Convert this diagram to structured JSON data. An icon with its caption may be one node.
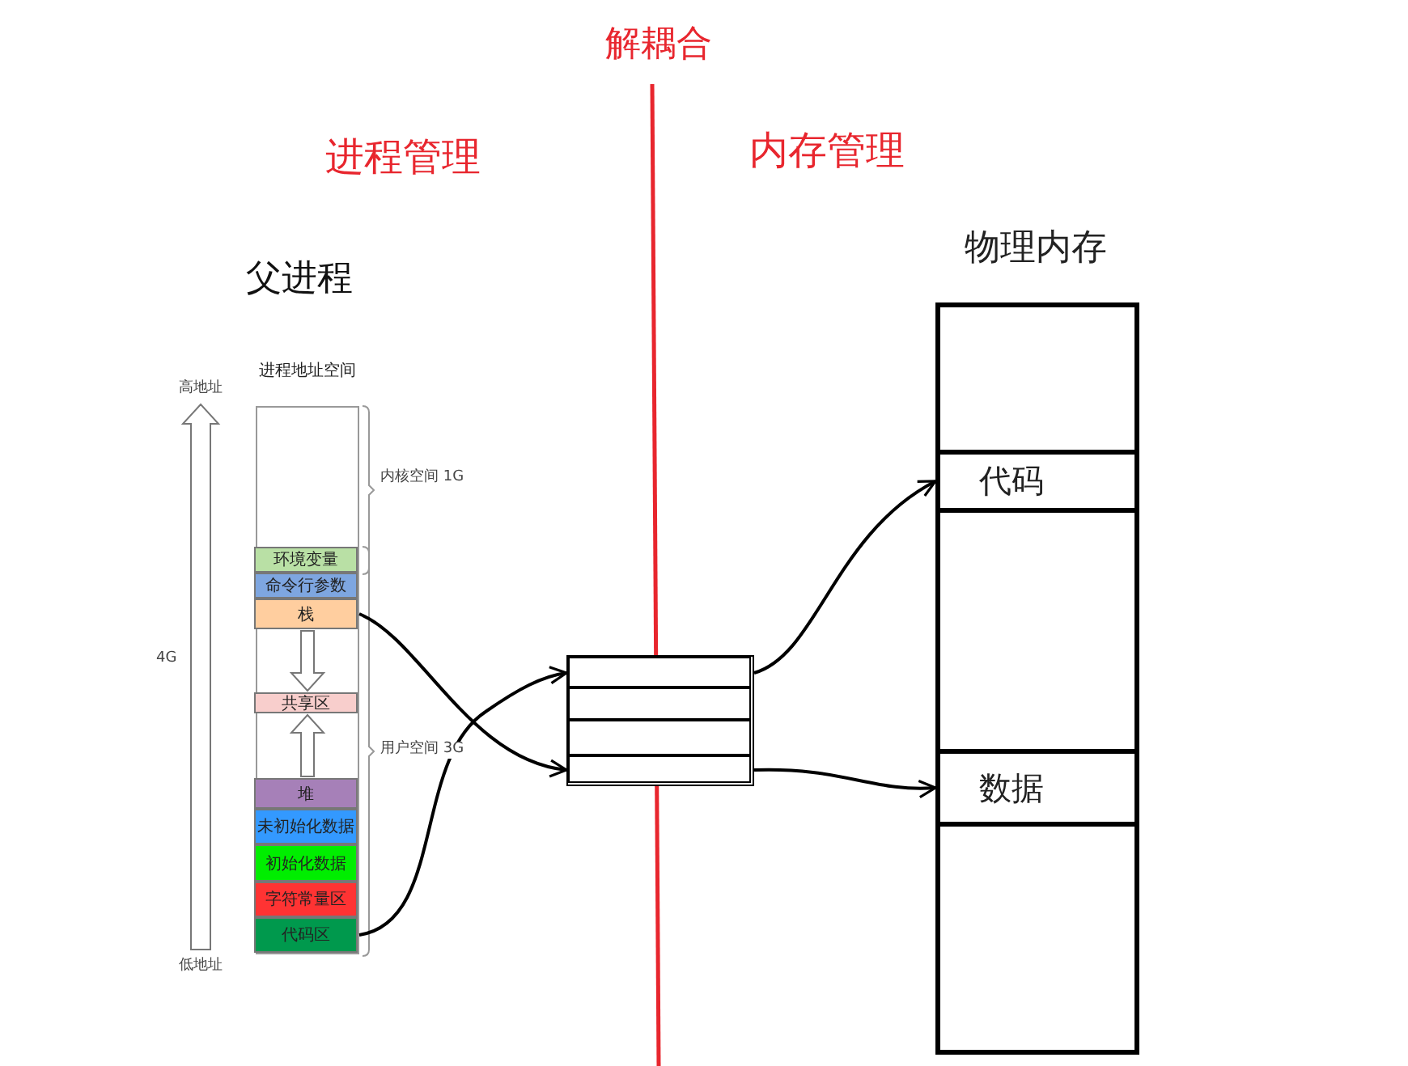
{
  "diagram": {
    "nodes": [
      {
        "text": [
          "进程地址空间"
        ]
      },
      {
        "text": [
          "环境变量"
        ],
        "in": 0
      },
      {
        "text": [
          "命令行参数"
        ],
        "in": 0
      },
      {
        "text": [
          "栈"
        ],
        "in": 0
      },
      {
        "text": [
          "共享区"
        ],
        "in": 0
      },
      {
        "text": [
          "堆"
        ],
        "in": 0
      },
      {
        "text": [
          "未初始化数据"
        ],
        "in": 0
      },
      {
        "text": [
          "初始化数据"
        ],
        "in": 0
      },
      {
        "text": [
          "字符常量区"
        ],
        "in": 0
      },
      {
        "text": [
          "代码区"
        ],
        "in": 0
      },
      {
        "text": [],
        "shape": "box"
      },
      {
        "text": [],
        "shape": "box",
        "in": 10
      },
      {
        "text": [],
        "shape": "box",
        "in": 10
      },
      {
        "text": [],
        "shape": "box",
        "in": 10
      },
      {
        "text": [],
        "shape": "box",
        "in": 10
      },
      {
        "text": [
          "物理内存"
        ]
      },
      {
        "text": [
          "代码"
        ],
        "in": 15
      },
      {
        "text": [
          "数据"
        ],
        "in": 15
      }
    ],
    "edges": [
      {
        "from": 3,
        "to": 4,
        "arrow": "to"
      },
      {
        "from": 5,
        "to": 4,
        "arrow": "to"
      },
      {
        "from": 3,
        "to": 14,
        "arrow": "to"
      },
      {
        "from": 9,
        "to": 11,
        "arrow": "to"
      },
      {
        "from": 11,
        "to": 16,
        "arrow": "to"
      },
      {
        "from": 14,
        "to": 17,
        "arrow": "to"
      }
    ],
    "labels": [
      "解耦合",
      "进程管理",
      "内存管理",
      "父进程",
      "高地址",
      "4G",
      "低地址",
      "内核空间 1G",
      "用户空间 3G"
    ]
  }
}
